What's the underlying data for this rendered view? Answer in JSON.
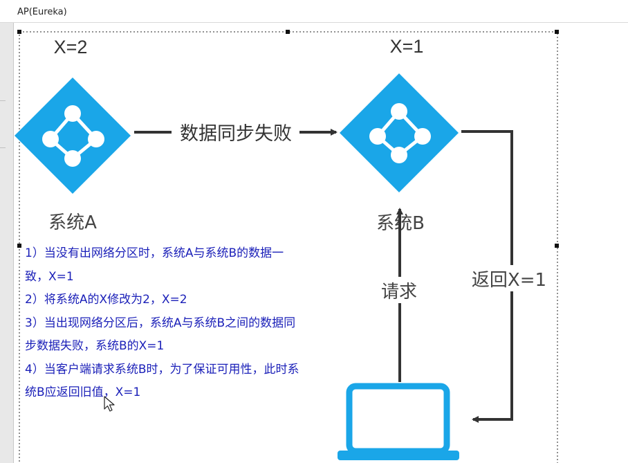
{
  "window": {
    "title": "AP(Eureka)"
  },
  "diagram": {
    "node_a": {
      "value_label": "X=2",
      "name": "系统A",
      "color": "#1aa6e8"
    },
    "node_b": {
      "value_label": "X=1",
      "name": "系统B",
      "color": "#1aa6e8"
    },
    "sync_arrow_label": "数据同步失败",
    "request_label": "请求",
    "return_label": "返回X=1",
    "client_icon": "laptop-icon"
  },
  "notes": [
    {
      "line1": "1）当没有出网络分区时，系统A与系统B的数据一",
      "line2": "致，X=1"
    },
    {
      "line1": "2）将系统A的X修改为2，X=2"
    },
    {
      "line1": "3）当出现网络分区后，系统A与系统B之间的数据同",
      "line2": "步数据失败，系统B的X=1"
    },
    {
      "line1": "4）当客户端请求系统B时，为了保证可用性，此时系",
      "line2": "统B应返回旧值，X=1"
    }
  ],
  "colors": {
    "accent": "#1aa6e8",
    "arrow": "#333333",
    "note_text": "#1a1fb8"
  }
}
